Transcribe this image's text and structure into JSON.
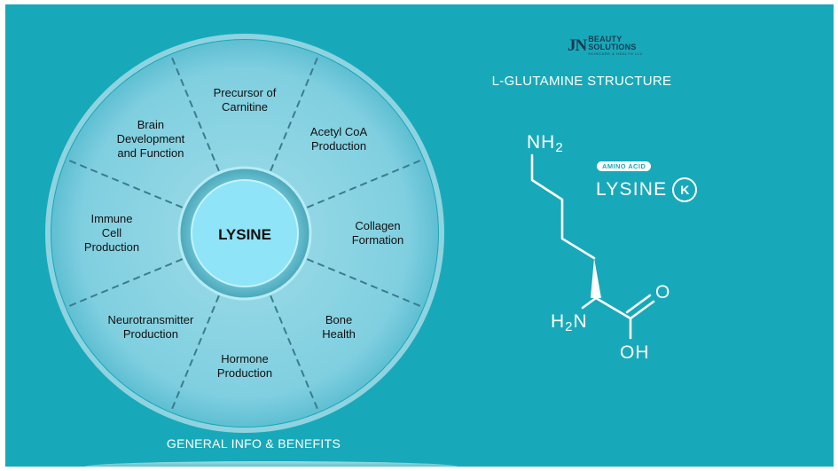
{
  "wheel": {
    "center_label": "LYSINE",
    "segments": [
      {
        "lines": [
          "Precursor of",
          "Carnitine"
        ]
      },
      {
        "lines": [
          "Acetyl CoA",
          "Production"
        ]
      },
      {
        "lines": [
          "Collagen",
          "Formation"
        ]
      },
      {
        "lines": [
          "Bone",
          "Health"
        ]
      },
      {
        "lines": [
          "Hormone",
          "Production"
        ]
      },
      {
        "lines": [
          "Neurotransmitter",
          "Production"
        ]
      },
      {
        "lines": [
          "Immune",
          "Cell",
          "Production"
        ]
      },
      {
        "lines": [
          "Brain",
          "Development",
          "and Function"
        ]
      }
    ]
  },
  "footer_caption": "GENERAL INFO & BENEFITS",
  "structure_title": "L-GLUTAMINE STRUCTURE",
  "logo": {
    "mark": "JN",
    "line1": "BEAUTY",
    "line2": "SOLUTIONS",
    "tagline": "SKINCARE & HEALTH LLC"
  },
  "badge": {
    "text": "AMINO ACID",
    "name": "LYSINE",
    "letter": "K"
  },
  "molecule": {
    "amine_top": {
      "main": "NH",
      "sub": "2"
    },
    "amine_alpha": {
      "pre": "H",
      "sub": "2",
      "post": "N"
    },
    "carbonyl_oxygen": "O",
    "hydroxyl": "OH"
  },
  "colors": {
    "background": "#17a9b9",
    "wheel_fill": "#7fd0df",
    "wheel_edge": "#5fbfd2",
    "center_fill": "#8fe4f7",
    "divider": "#3b7c8c",
    "text_dark": "#111111",
    "white": "#ffffff"
  }
}
